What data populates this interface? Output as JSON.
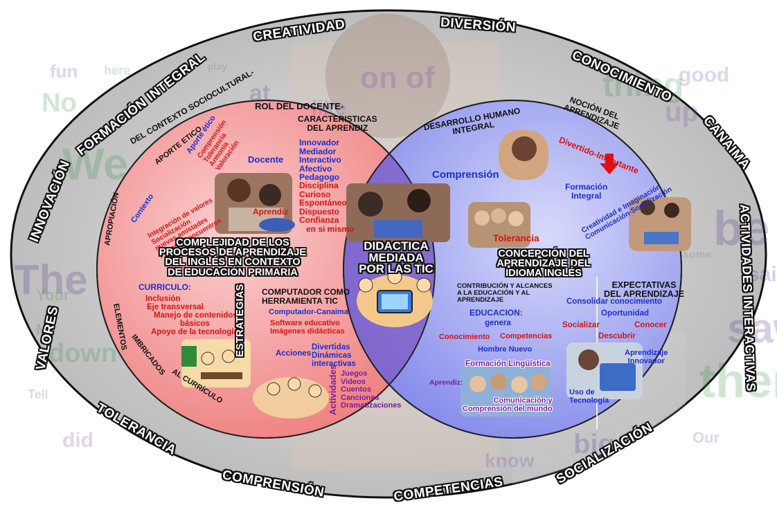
{
  "ring": {
    "creatividad": "CREATIVIDAD",
    "diversion": "DIVERSIÓN",
    "conocimiento": "CONOCIMIENTO",
    "canaima": "CANAIMA",
    "actividades_interactivas": "ACTIVIDADES INTERACTIVAS",
    "socializacion": "SOCIALIZACIÓN",
    "competencias": "COMPETENCIAS",
    "comprension": "COMPRENSIÓN",
    "tolerancia": "TOLERANCIA",
    "valores": "VALORES",
    "innovacion": "INNOVACIÓN",
    "formacion_integral": "FORMACIÓN INTEGRAL"
  },
  "background_words": [
    "fun",
    "here",
    "No",
    "play",
    "at",
    "on of",
    "like",
    "thing",
    "up",
    "good",
    "We",
    "The",
    "Your",
    "My",
    "down",
    "be",
    "them",
    "did",
    "Our",
    "big",
    "know",
    "saw",
    "some",
    "said",
    "Tell"
  ],
  "left": {
    "rol_docente": "ROL DEL DOCENTE-",
    "caracteristicas": [
      "CARACTERISTICAS",
      "DEL APRENDIZ"
    ],
    "docente": "Docente",
    "aprendiz": "Aprendiz",
    "docente_traits": [
      "Innovador",
      "Mediador",
      "Interactivo",
      "Afectivo",
      "Pedagogo"
    ],
    "aprendiz_traits": [
      "Disciplina",
      "Curioso",
      "Espontáneo",
      "Dispuesto",
      "Confianza",
      "en si mismo"
    ],
    "contexto_socio": "DEL CONTEXTO SOCIOCULTURAL-",
    "apropiacion": "APROPIACIÓN",
    "aporte_etico": "APORTE ETICO",
    "aporte_etico_2": "Aporte ético",
    "valores_list": [
      "Comprensión",
      "Tolerancia",
      "Armonía",
      "Valoración"
    ],
    "contexto": "Contexto",
    "integracion": [
      "Integración de valores",
      "Socialización",
      "nuevas amistades",
      "promover encuentros"
    ],
    "title": [
      "COMPLEJIDAD DE LOS",
      "PROCESOS DE APRENDIZAJE",
      "DEL INGLÉS EN CONTEXTO",
      "DE EDUCACIÓN PRIMARIA"
    ],
    "curriculo": "CURRICULO:",
    "curriculo_items": [
      "Inclusión",
      "Eje transversal",
      "Manejo de contenidos",
      "básicos",
      "Apoyo de la tecnología"
    ],
    "elementos": "ELEMENTOS",
    "imbricados": "IMBRICADOS",
    "al_curriculo": "AL CURRÍCULO",
    "computador": [
      "COMPUTADOR COMO",
      "HERRAMIENTA TIC"
    ],
    "canaima_pc": "Computador-Canaima",
    "software": [
      "Software educativo",
      "Imágenes didácticas"
    ],
    "estrategias": "ESTRATEGIAS",
    "acciones": "Acciones",
    "acciones_items": [
      "Divertidas",
      "Dinámicas",
      "interactivas"
    ],
    "actividades": "Actividades",
    "actividades_items": [
      "Juegos",
      "Videos",
      "Cuentos",
      "Canciones",
      "Dramatizaciones"
    ]
  },
  "center": {
    "title": [
      "DIDACTICA",
      "MEDIADA",
      "POR LAS TIC"
    ]
  },
  "right": {
    "desarrollo": [
      "DESARROLLO HUMANO",
      "INTEGRAL"
    ],
    "nocion": [
      "NOCIÓN DEL",
      "APRENDIZAJE"
    ],
    "divertido": "Divertido-Importante",
    "comprension": "Comprensión",
    "formacion": [
      "Formación",
      "Integral"
    ],
    "creatividad_imag": [
      "Creatividad e Imaginación",
      "Comunicación-Socialización"
    ],
    "tolerancia": "Tolerancia",
    "title": [
      "CONCEPCIÓN DEL",
      "APRENDIZAJE DEL",
      "IDIOMA INGLÉS"
    ],
    "contribucion": [
      "CONTRIBUCIÓN Y ALCANCES",
      "A LA EDUCACIÓN Y AL",
      "APRENDIZAJE"
    ],
    "expectativas": [
      "EXPECTATIVAS",
      "DEL APRENDIZAJE"
    ],
    "educacion": "EDUCACION:",
    "genera": "genera",
    "conocimiento": "Conocimiento",
    "competencias": "Competencias",
    "hombre_nuevo": "Hombre Nuevo",
    "formacion_ling": "Formación Lingüística",
    "aprendiz": "Aprendiz:",
    "comunicacion": [
      "Comunicación y",
      "Comprensión del mundo"
    ],
    "consolidar": "Consolidar conocimiento",
    "oportunidad": "Oportunidad",
    "socializar": "Socializar",
    "conocer": "Conocer",
    "descubrir": "Descubrir",
    "aprendizaje_innovador": [
      "Aprendizaje",
      "Innovador"
    ],
    "uso": [
      "Uso de",
      "Tecnología"
    ]
  },
  "colors": {
    "left_circle": "#f08a8a",
    "right_circle": "#8d92ee",
    "overlap": "#7b5fc8",
    "ring_bg": "#c7c7c7"
  }
}
